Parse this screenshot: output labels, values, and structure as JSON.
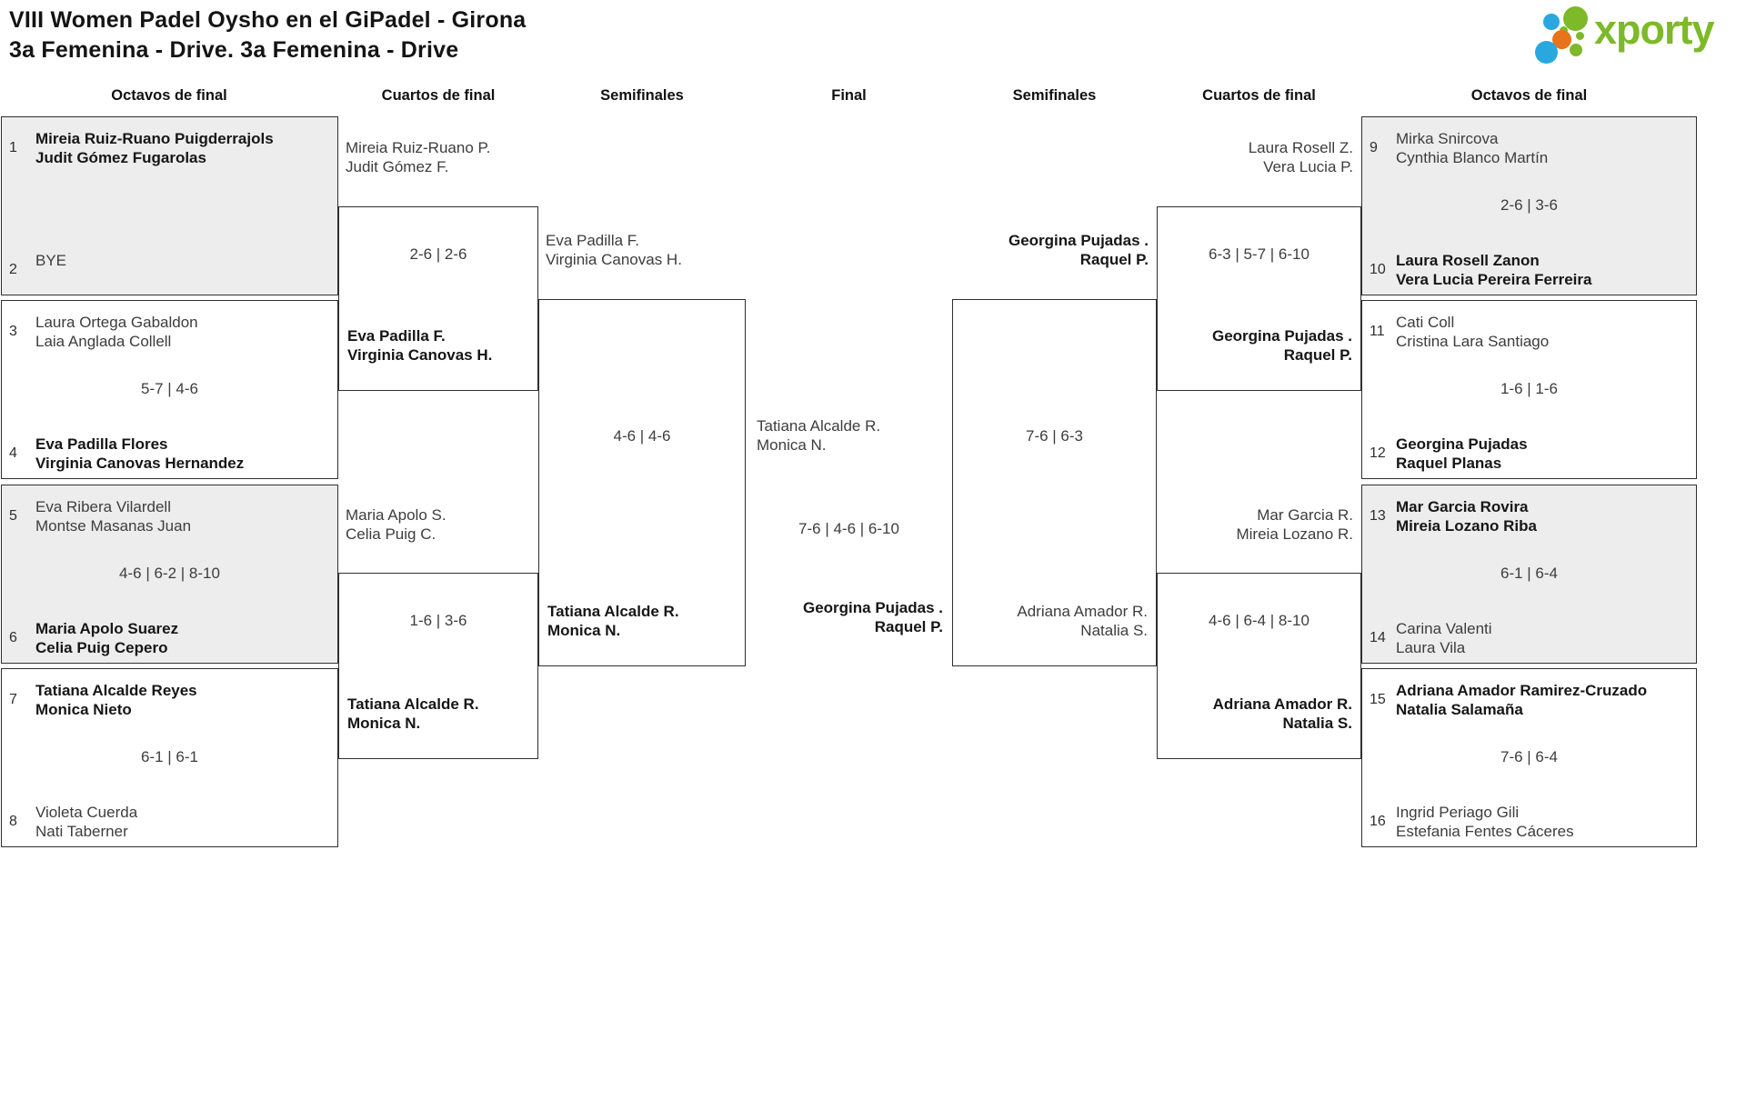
{
  "header": {
    "title_line1": "VIII Women Padel Oysho en el GiPadel - Girona",
    "title_line2": "3a Femenina - Drive. 3a Femenina - Drive",
    "logo_text": "xporty"
  },
  "round_headers": [
    "Octavos de final",
    "Cuartos de final",
    "Semifinales",
    "Final",
    "Semifinales",
    "Cuartos de final",
    "Octavos de final"
  ],
  "colors": {
    "brand_green": "#7db928",
    "brand_blue": "#29a8e0",
    "brand_orange": "#e8731a",
    "box_shaded": "#ededed",
    "box_border": "#2f2f2f"
  },
  "octavos_left": [
    {
      "seed_top": "1",
      "top1": "Mireia Ruiz-Ruano Puigderrajols",
      "top2": "Judit Gómez Fugarolas",
      "score": "",
      "seed_bottom": "2",
      "bottom1": "BYE",
      "bottom2": ""
    },
    {
      "seed_top": "3",
      "top1": "Laura Ortega Gabaldon",
      "top2": "Laia Anglada Collell",
      "score": "5-7 | 4-6",
      "seed_bottom": "4",
      "bottom1": "Eva Padilla Flores",
      "bottom2": "Virginia Canovas Hernandez"
    },
    {
      "seed_top": "5",
      "top1": "Eva Ribera Vilardell",
      "top2": "Montse Masanas Juan",
      "score": "4-6 | 6-2 | 8-10",
      "seed_bottom": "6",
      "bottom1": "Maria Apolo Suarez",
      "bottom2": "Celia Puig Cepero"
    },
    {
      "seed_top": "7",
      "top1": "Tatiana Alcalde Reyes",
      "top2": "Monica Nieto",
      "score": "6-1 | 6-1",
      "seed_bottom": "8",
      "bottom1": "Violeta Cuerda",
      "bottom2": "Nati Taberner"
    }
  ],
  "cuartos_left": [
    {
      "top1": "Mireia Ruiz-Ruano P.",
      "top2": "Judit Gómez F.",
      "score": "2-6 | 2-6",
      "bottom1": "Eva Padilla F.",
      "bottom2": "Virginia Canovas H."
    },
    {
      "top1": "Maria Apolo S.",
      "top2": "Celia Puig C.",
      "score": "1-6 | 3-6",
      "bottom1": "Tatiana Alcalde R.",
      "bottom2": "Monica N."
    }
  ],
  "semifinal_left": {
    "top1": "Eva Padilla F.",
    "top2": "Virginia Canovas H.",
    "score": "4-6 | 4-6",
    "bottom1": "Tatiana Alcalde R.",
    "bottom2": "Monica N."
  },
  "final": {
    "top1": "Tatiana Alcalde R.",
    "top2": "Monica N.",
    "score": "7-6 | 4-6 | 6-10",
    "bottom1": "Georgina Pujadas .",
    "bottom2": "Raquel P."
  },
  "semifinal_right": {
    "top1": "Georgina Pujadas .",
    "top2": "Raquel P.",
    "score": "7-6 | 6-3",
    "bottom1": "Adriana Amador R.",
    "bottom2": "Natalia S."
  },
  "cuartos_right": [
    {
      "top1": "Laura Rosell Z.",
      "top2": "Vera Lucia P.",
      "score": "6-3 | 5-7 | 6-10",
      "bottom1": "Georgina Pujadas .",
      "bottom2": "Raquel P."
    },
    {
      "top1": "Mar Garcia R.",
      "top2": "Mireia Lozano R.",
      "score": "4-6 | 6-4 | 8-10",
      "bottom1": "Adriana Amador R.",
      "bottom2": "Natalia S."
    }
  ],
  "octavos_right": [
    {
      "seed_top": "9",
      "top1": "Mirka Snircova",
      "top2": "Cynthia Blanco Martín",
      "score": "2-6 | 3-6",
      "seed_bottom": "10",
      "bottom1": "Laura Rosell Zanon",
      "bottom2": "Vera Lucia Pereira Ferreira"
    },
    {
      "seed_top": "11",
      "top1": "Cati Coll",
      "top2": "Cristina Lara Santiago",
      "score": "1-6 | 1-6",
      "seed_bottom": "12",
      "bottom1": "Georgina Pujadas",
      "bottom2": "Raquel Planas"
    },
    {
      "seed_top": "13",
      "top1": "Mar Garcia Rovira",
      "top2": "Mireia Lozano Riba",
      "score": "6-1 | 6-4",
      "seed_bottom": "14",
      "bottom1": "Carina Valenti",
      "bottom2": "Laura Vila"
    },
    {
      "seed_top": "15",
      "top1": "Adriana Amador Ramirez-Cruzado",
      "top2": "Natalia Salamaña",
      "score": "7-6 | 6-4",
      "seed_bottom": "16",
      "bottom1": "Ingrid Periago Gili",
      "bottom2": "Estefania Fentes Cáceres"
    }
  ]
}
